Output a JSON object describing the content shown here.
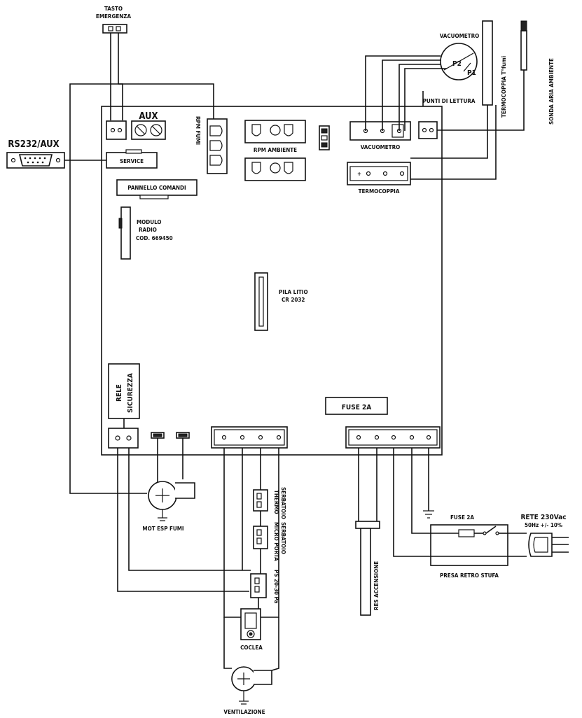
{
  "labels": {
    "tasto_emergenza_1": "TASTO",
    "tasto_emergenza_2": "EMERGENZA",
    "rs232": "RS232/AUX",
    "aux": "AUX",
    "service": "SERVICE",
    "rpm_fumi": "RPM FUMI",
    "rpm_ambiente": "RPM AMBIENTE",
    "vacuometro_conn": "VACUOMETRO",
    "vacuometro_gauge": "VACUOMETRO",
    "p2": "P2",
    "p1": "P1",
    "punti_lettura": "PUNTI DI LETTURA",
    "termocoppia_fumi": "TERMOCOPPIA T°fumi",
    "sonda_aria": "SONDA ARIA AMBIENTE",
    "termocoppia": "TERMOCOPPIA",
    "pannello_comandi": "PANNELLO COMANDI",
    "modulo_1": "MODULO",
    "modulo_2": "RADIO",
    "modulo_3": "COD. 669450",
    "pila_1": "PILA LITIO",
    "pila_2": "CR 2032",
    "rele_1": "RELE",
    "rele_2": "SICUREZZA",
    "fuse_board": "FUSE 2A",
    "mot_esp": "MOT ESP FUMI",
    "thermo_1": "THERMO",
    "thermo_2": "SERBATOIO",
    "micro_1": "MICRO PORTA",
    "micro_2": "SERBATOIO",
    "ps": "PS 20-30 Pa",
    "coclea": "COCLEA",
    "ventilazione": "VENTILAZIONE",
    "res_accensione": "RES ACCENSIONE",
    "fuse_ext": "FUSE 2A",
    "presa": "PRESA RETRO STUFA",
    "rete_1": "RETE 230Vac",
    "rete_2": "50Hz +/- 10%"
  }
}
